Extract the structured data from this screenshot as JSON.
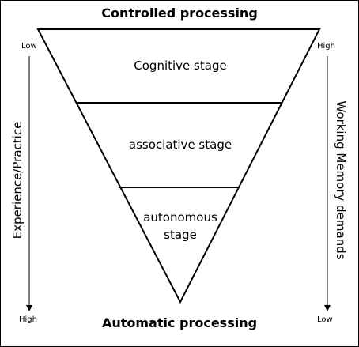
{
  "top_title": "Controlled processing",
  "bottom_title": "Automatic processing",
  "left_axis": {
    "label": "Experience/Practice",
    "start": "Low",
    "end": "High"
  },
  "right_axis": {
    "label": "Working Memory demands",
    "start": "High",
    "end": "Low"
  },
  "stages": [
    {
      "label": "Cognitive stage"
    },
    {
      "label": "associative stage"
    },
    {
      "label": "autonomous stage"
    }
  ],
  "colors": {
    "line": "#000000",
    "background": "#ffffff"
  }
}
